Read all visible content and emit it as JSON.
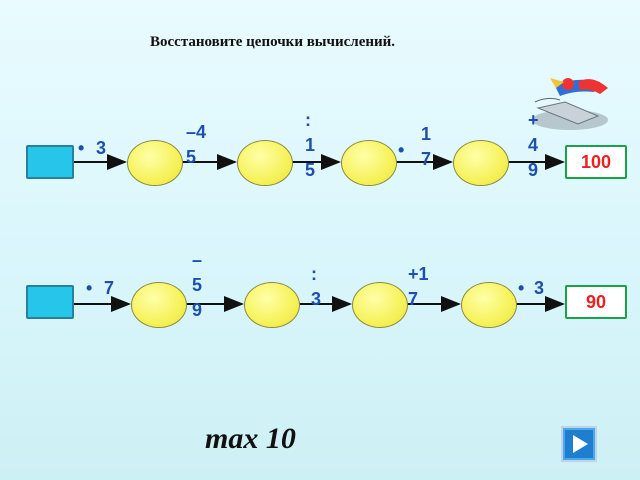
{
  "title": "Восстановите цепочки вычислений.",
  "footer": "max 10",
  "chain1": {
    "result": "100",
    "ops": [
      [
        "•",
        "3"
      ],
      [
        "–4",
        "5"
      ],
      [
        ":",
        "1",
        "5"
      ],
      [
        "•"
      ],
      [
        "1",
        "7"
      ],
      [
        "+",
        "4",
        "9"
      ]
    ]
  },
  "chain2": {
    "result": "90",
    "ops": [
      [
        "•",
        "7"
      ],
      [
        "–",
        "5",
        "9"
      ],
      [
        ":",
        "3"
      ],
      [
        "+1",
        "7"
      ],
      [
        "•",
        "3"
      ]
    ]
  },
  "icons": {
    "next": "play-next-icon",
    "bird": "bird-icon"
  },
  "colors": {
    "accent": "#1e4fb0",
    "result": "#ef1f1f"
  }
}
